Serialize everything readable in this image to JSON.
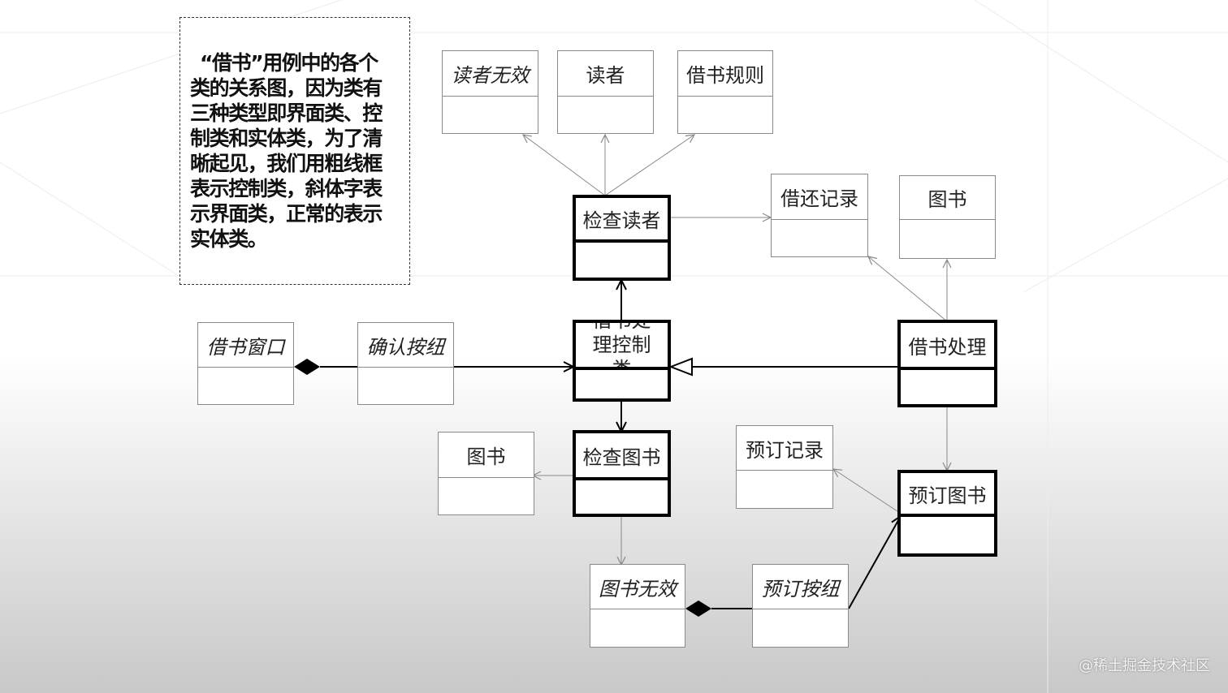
{
  "note": {
    "lines": [
      "“借书”用例中的各个",
      "类的关系图，因为类有",
      "三种类型即界面类、控",
      "制类和实体类，为了清",
      "晰起见，我们用粗线框",
      "表示控制类，斜体字表",
      "示界面类，正常的表示",
      "实体类。"
    ]
  },
  "classes": {
    "reader_invalid": {
      "name": "读者无效",
      "kind": "boundary"
    },
    "reader": {
      "name": "读者",
      "kind": "entity"
    },
    "borrow_rules": {
      "name": "借书规则",
      "kind": "entity"
    },
    "check_reader": {
      "name": "检查读者",
      "kind": "control"
    },
    "borrow_return_record": {
      "name": "借还记录",
      "kind": "entity"
    },
    "book_top": {
      "name": "图书",
      "kind": "entity"
    },
    "borrow_window": {
      "name": "借书窗口",
      "kind": "boundary"
    },
    "confirm_button": {
      "name": "确认按纽",
      "kind": "boundary"
    },
    "borrow_control": {
      "name": "借书处理控制类",
      "kind": "control"
    },
    "borrow_process": {
      "name": "借书处理",
      "kind": "control"
    },
    "book_left": {
      "name": "图书",
      "kind": "entity"
    },
    "check_book": {
      "name": "检查图书",
      "kind": "control"
    },
    "reserve_record": {
      "name": "预订记录",
      "kind": "entity"
    },
    "reserve_book": {
      "name": "预订图书",
      "kind": "control"
    },
    "book_invalid": {
      "name": "图书无效",
      "kind": "boundary"
    },
    "reserve_button": {
      "name": "预订按纽",
      "kind": "boundary"
    }
  },
  "relationships": [
    {
      "from": "check_reader",
      "to": "reader_invalid",
      "type": "dependency"
    },
    {
      "from": "check_reader",
      "to": "reader",
      "type": "dependency"
    },
    {
      "from": "check_reader",
      "to": "borrow_rules",
      "type": "dependency"
    },
    {
      "from": "check_reader",
      "to": "borrow_return_record",
      "type": "dependency"
    },
    {
      "from": "borrow_process",
      "to": "borrow_return_record",
      "type": "dependency"
    },
    {
      "from": "borrow_process",
      "to": "book_top",
      "type": "dependency"
    },
    {
      "from": "borrow_control",
      "to": "check_reader",
      "type": "association"
    },
    {
      "from": "borrow_window",
      "to": "confirm_button",
      "type": "composition"
    },
    {
      "from": "confirm_button",
      "to": "borrow_control",
      "type": "association"
    },
    {
      "from": "borrow_process",
      "to": "borrow_control",
      "type": "generalization"
    },
    {
      "from": "borrow_control",
      "to": "check_book",
      "type": "association"
    },
    {
      "from": "check_book",
      "to": "book_left",
      "type": "dependency"
    },
    {
      "from": "check_book",
      "to": "book_invalid",
      "type": "dependency"
    },
    {
      "from": "borrow_process",
      "to": "reserve_book",
      "type": "dependency"
    },
    {
      "from": "reserve_book",
      "to": "reserve_record",
      "type": "dependency"
    },
    {
      "from": "book_invalid",
      "to": "reserve_button",
      "type": "composition"
    },
    {
      "from": "reserve_button",
      "to": "reserve_book",
      "type": "association"
    }
  ],
  "watermark": "@稀土掘金技术社区",
  "colors": {
    "control_border": "#000000",
    "entity_border": "#8a8a8a",
    "note_border": "#333333"
  }
}
